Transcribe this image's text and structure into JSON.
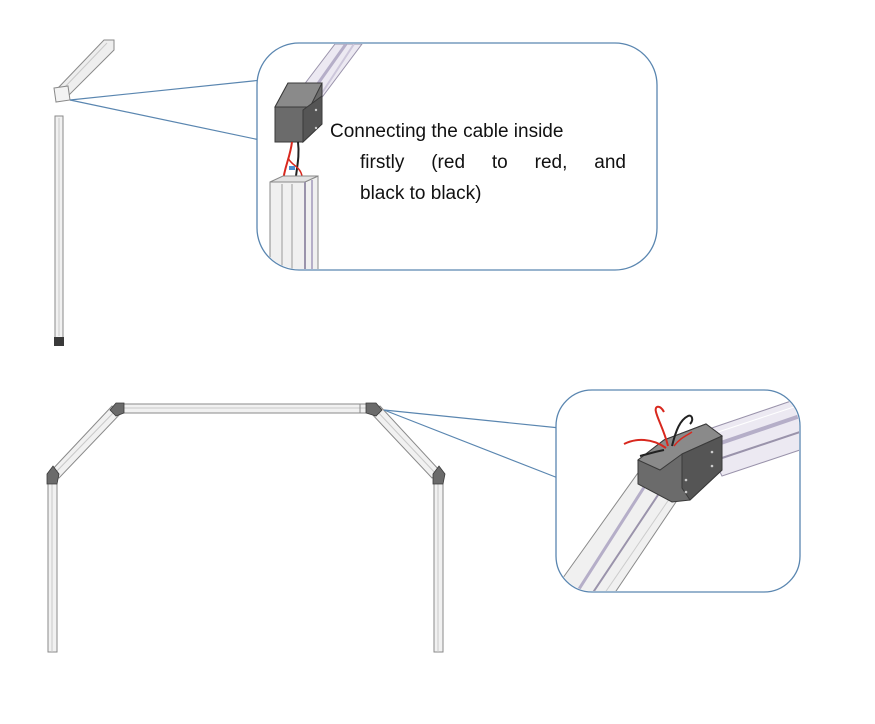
{
  "annotation": {
    "line1": "Connecting the cable inside",
    "line2_words": [
      "firstly",
      "(red",
      "to",
      "red,",
      "and"
    ],
    "line3": "black to black)"
  },
  "colors": {
    "callout_border": "#5a86b0",
    "profile_fill": "#eeeeee",
    "profile_stroke": "#8a8a8a",
    "connector_fill": "#6b6b6b",
    "rail_purple": "#b5aec8",
    "wire_red": "#d8281e",
    "wire_black": "#222222"
  },
  "icons": [
    "corner-connector-icon",
    "aluminum-profile-icon",
    "cable-wires-icon"
  ]
}
